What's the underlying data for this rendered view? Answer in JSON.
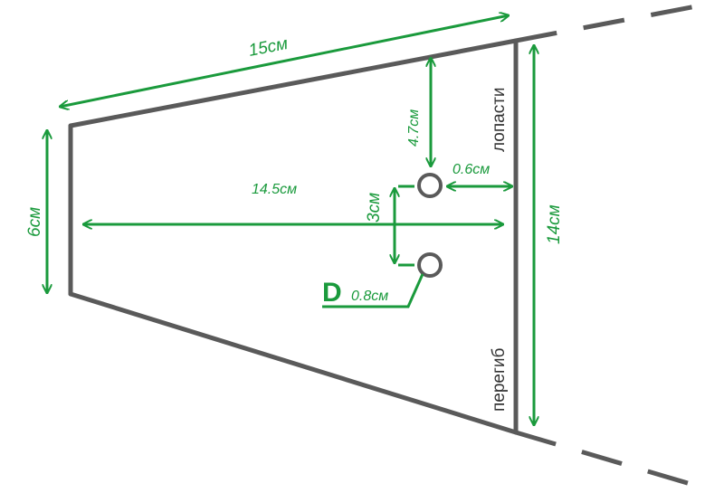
{
  "labels": {
    "top_length": "15см",
    "left_height": "6см",
    "inner_length": "14.5см",
    "hole_from_top": "4.7см",
    "hole_to_fold": "0.6см",
    "hole_spacing": "3см",
    "right_height": "14см",
    "hole_diameter_letter": "D",
    "hole_diameter_value": "0.8см",
    "note_top": "лопасти",
    "note_bottom": "перегиб"
  },
  "colors": {
    "outline": "#5a5a5a",
    "dimension": "#1a9a3c"
  }
}
